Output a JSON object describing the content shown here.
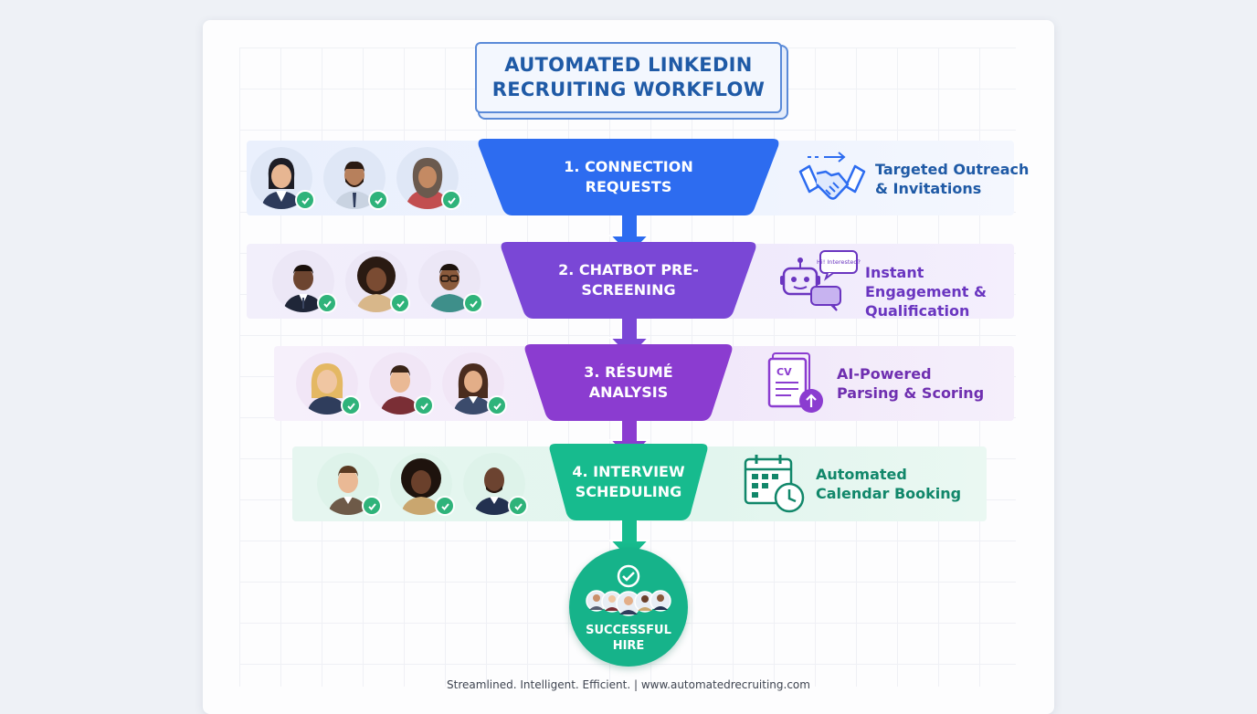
{
  "title": "AUTOMATED LINKEDIN RECRUITING WORKFLOW",
  "stages": [
    {
      "label": "1. CONNECTION REQUESTS",
      "description": "Targeted Outreach & Invitations",
      "icon": "handshake-icon",
      "color": "#2d6cf0",
      "text_color": "#1f5aa6"
    },
    {
      "label": "2. CHATBOT PRE-SCREENING",
      "description": "Instant Engagement & Qualification",
      "icon": "chatbot-icon",
      "color": "#7a47d6",
      "text_color": "#6a35c0"
    },
    {
      "label": "3. RÉSUMÉ ANALYSIS",
      "description": "AI-Powered Parsing & Scoring",
      "icon": "cv-document-icon",
      "color": "#8b3cd0",
      "text_color": "#6f2fb0"
    },
    {
      "label": "4. INTERVIEW SCHEDULING",
      "description": "Automated Calendar Booking",
      "icon": "calendar-clock-icon",
      "color": "#17bb8e",
      "text_color": "#11876a"
    }
  ],
  "chat_bubble_text": "Hi! Interested?",
  "cv_text": "CV",
  "outcome": "SUCCESSFUL HIRE",
  "footer": "Streamlined. Intelligent. Efficient.  |  www.automatedrecruiting.com"
}
